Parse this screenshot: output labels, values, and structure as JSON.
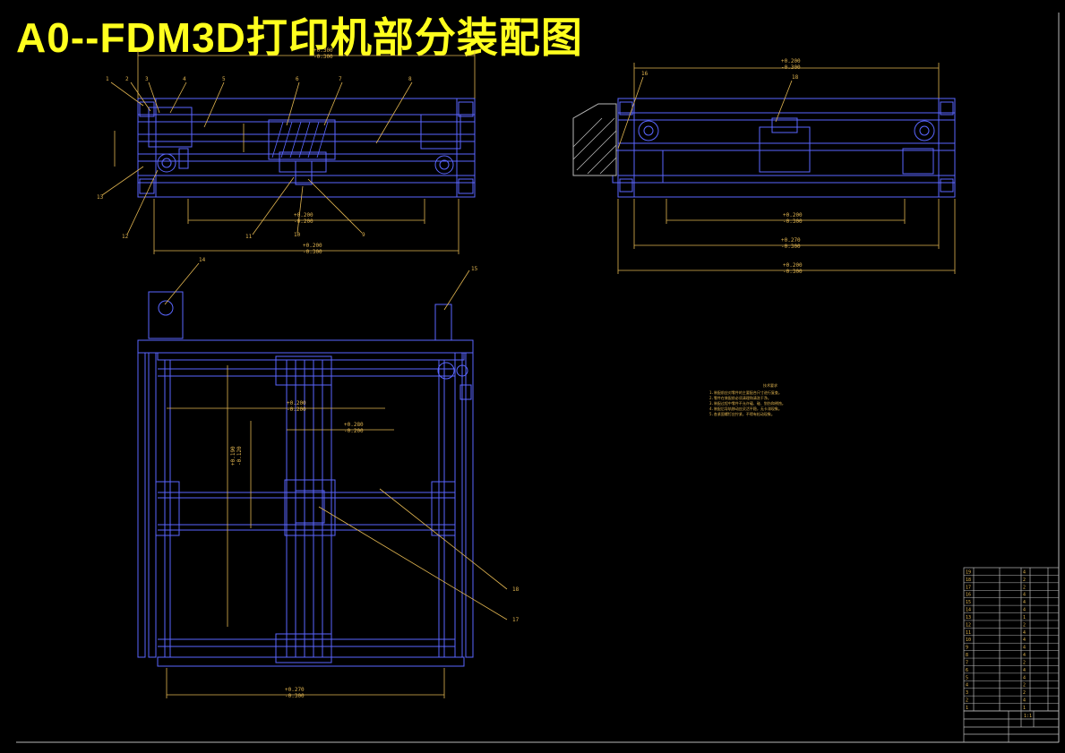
{
  "title": "A0--FDM3D打印机部分装配图",
  "colors": {
    "background": "#000000",
    "title": "#ffff1e",
    "frame": "#5a66ff",
    "dimension": "#e0b450",
    "annotation": "#e0b450",
    "border": "#b8b8b8"
  },
  "dimensions": {
    "front_top": "+0.300\n-0.300",
    "front_inner": "+0.200\n-0.200",
    "front_bottom": "+0.200\n-0.300",
    "side_top": "+0.200\n-0.300",
    "side_middle": "+0.200\n-0.300",
    "side_bottom_a": "+0.270\n-0.300",
    "side_bottom_b": "+0.200\n-0.300",
    "plan_inner_a": "+0.200\n-0.200",
    "plan_inner_b": "+0.280\n-0.200",
    "plan_vertical": "+0.190\n-0.120",
    "plan_bottom": "+0.270\n-0.300"
  },
  "callouts": {
    "front": [
      "1",
      "2",
      "3",
      "4",
      "5",
      "6",
      "7",
      "8",
      "9",
      "10",
      "11",
      "12",
      "13"
    ],
    "side": [
      "16",
      "18"
    ],
    "plan": [
      "14",
      "15",
      "17",
      "18"
    ]
  },
  "tech_requirements": {
    "heading": "技术要求",
    "lines": [
      "1.装配前应对零件的主要配合尺寸进行复查。",
      "2.零件在装配前必须清理和清洗干净。",
      "3.装配过程中零件不允许磕、碰、划伤和锈蚀。",
      "4.装配后导轨移动应灵活平稳，无卡滞现象。",
      "5.各紧固螺钉应拧紧，不得有松动现象。"
    ]
  },
  "bom_rows": [
    [
      "19",
      "",
      "",
      "4",
      "",
      ""
    ],
    [
      "18",
      "",
      "",
      "2",
      "",
      ""
    ],
    [
      "17",
      "",
      "",
      "2",
      "",
      ""
    ],
    [
      "16",
      "",
      "",
      "4",
      "",
      ""
    ],
    [
      "15",
      "",
      "",
      "4",
      "",
      ""
    ],
    [
      "14",
      "",
      "",
      "4",
      "",
      ""
    ],
    [
      "13",
      "",
      "",
      "1",
      "",
      ""
    ],
    [
      "12",
      "",
      "",
      "2",
      "",
      ""
    ],
    [
      "11",
      "",
      "",
      "4",
      "",
      ""
    ],
    [
      "10",
      "",
      "",
      "4",
      "",
      ""
    ],
    [
      "9",
      "",
      "",
      "4",
      "",
      ""
    ],
    [
      "8",
      "",
      "",
      "4",
      "",
      ""
    ],
    [
      "7",
      "",
      "",
      "2",
      "",
      ""
    ],
    [
      "6",
      "",
      "",
      "4",
      "",
      ""
    ],
    [
      "5",
      "",
      "",
      "4",
      "",
      ""
    ],
    [
      "4",
      "",
      "",
      "2",
      "",
      ""
    ],
    [
      "3",
      "",
      "",
      "2",
      "",
      ""
    ],
    [
      "2",
      "",
      "",
      "4",
      "",
      ""
    ],
    [
      "1",
      "",
      "",
      "1",
      "",
      ""
    ]
  ],
  "title_block": {
    "scale": "1:1"
  }
}
